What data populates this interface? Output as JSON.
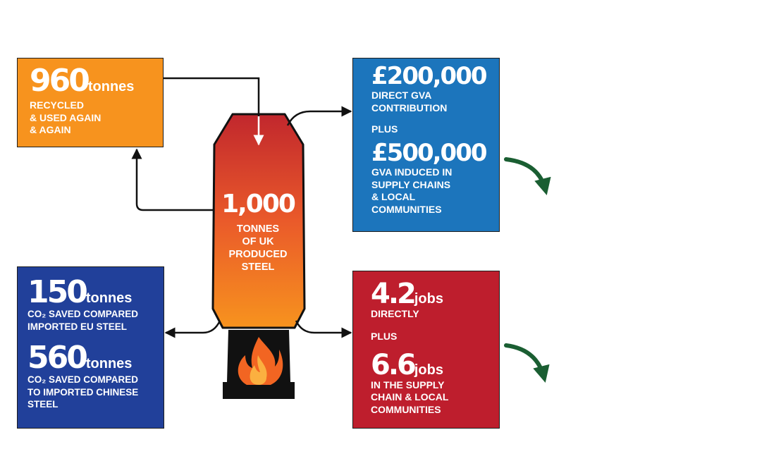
{
  "recycled": {
    "number": "960",
    "unit": "tonnes",
    "lines": [
      "RECYCLED",
      "& USED AGAIN",
      "& AGAIN"
    ]
  },
  "furnace": {
    "number": "1,000",
    "lines": [
      "TONNES",
      "OF UK",
      "PRODUCED",
      "STEEL"
    ]
  },
  "gva": {
    "direct_number": "£200,000",
    "direct_lines": [
      "DIRECT GVA",
      "CONTRIBUTION"
    ],
    "plus": "PLUS",
    "induced_number": "£500,000",
    "induced_lines": [
      "GVA INDUCED IN",
      "SUPPLY CHAINS",
      "& LOCAL",
      "COMMUNITIES"
    ]
  },
  "co2": {
    "eu_number": "150",
    "eu_unit": "tonnes",
    "eu_lines": [
      "CO₂ SAVED COMPARED",
      "IMPORTED EU STEEL"
    ],
    "cn_number": "560",
    "cn_unit": "tonnes",
    "cn_lines": [
      "CO₂ SAVED COMPARED",
      "TO IMPORTED CHINESE",
      "STEEL"
    ]
  },
  "jobs": {
    "direct_number": "4.2",
    "direct_unit": "jobs",
    "direct_lines": [
      "DIRECTLY"
    ],
    "plus": "PLUS",
    "supply_number": "6.6",
    "supply_unit": "jobs",
    "supply_lines": [
      "IN THE SUPPLY",
      "CHAIN & LOCAL",
      "COMMUNITIES"
    ]
  },
  "colors": {
    "orange": "#f7931e",
    "blue": "#1c75bc",
    "navy": "#21409a",
    "red": "#be1e2d",
    "dark_green": "#1a5e32",
    "black": "#111111"
  },
  "icons": [
    "fire-icon",
    "curved-arrow-icon"
  ]
}
